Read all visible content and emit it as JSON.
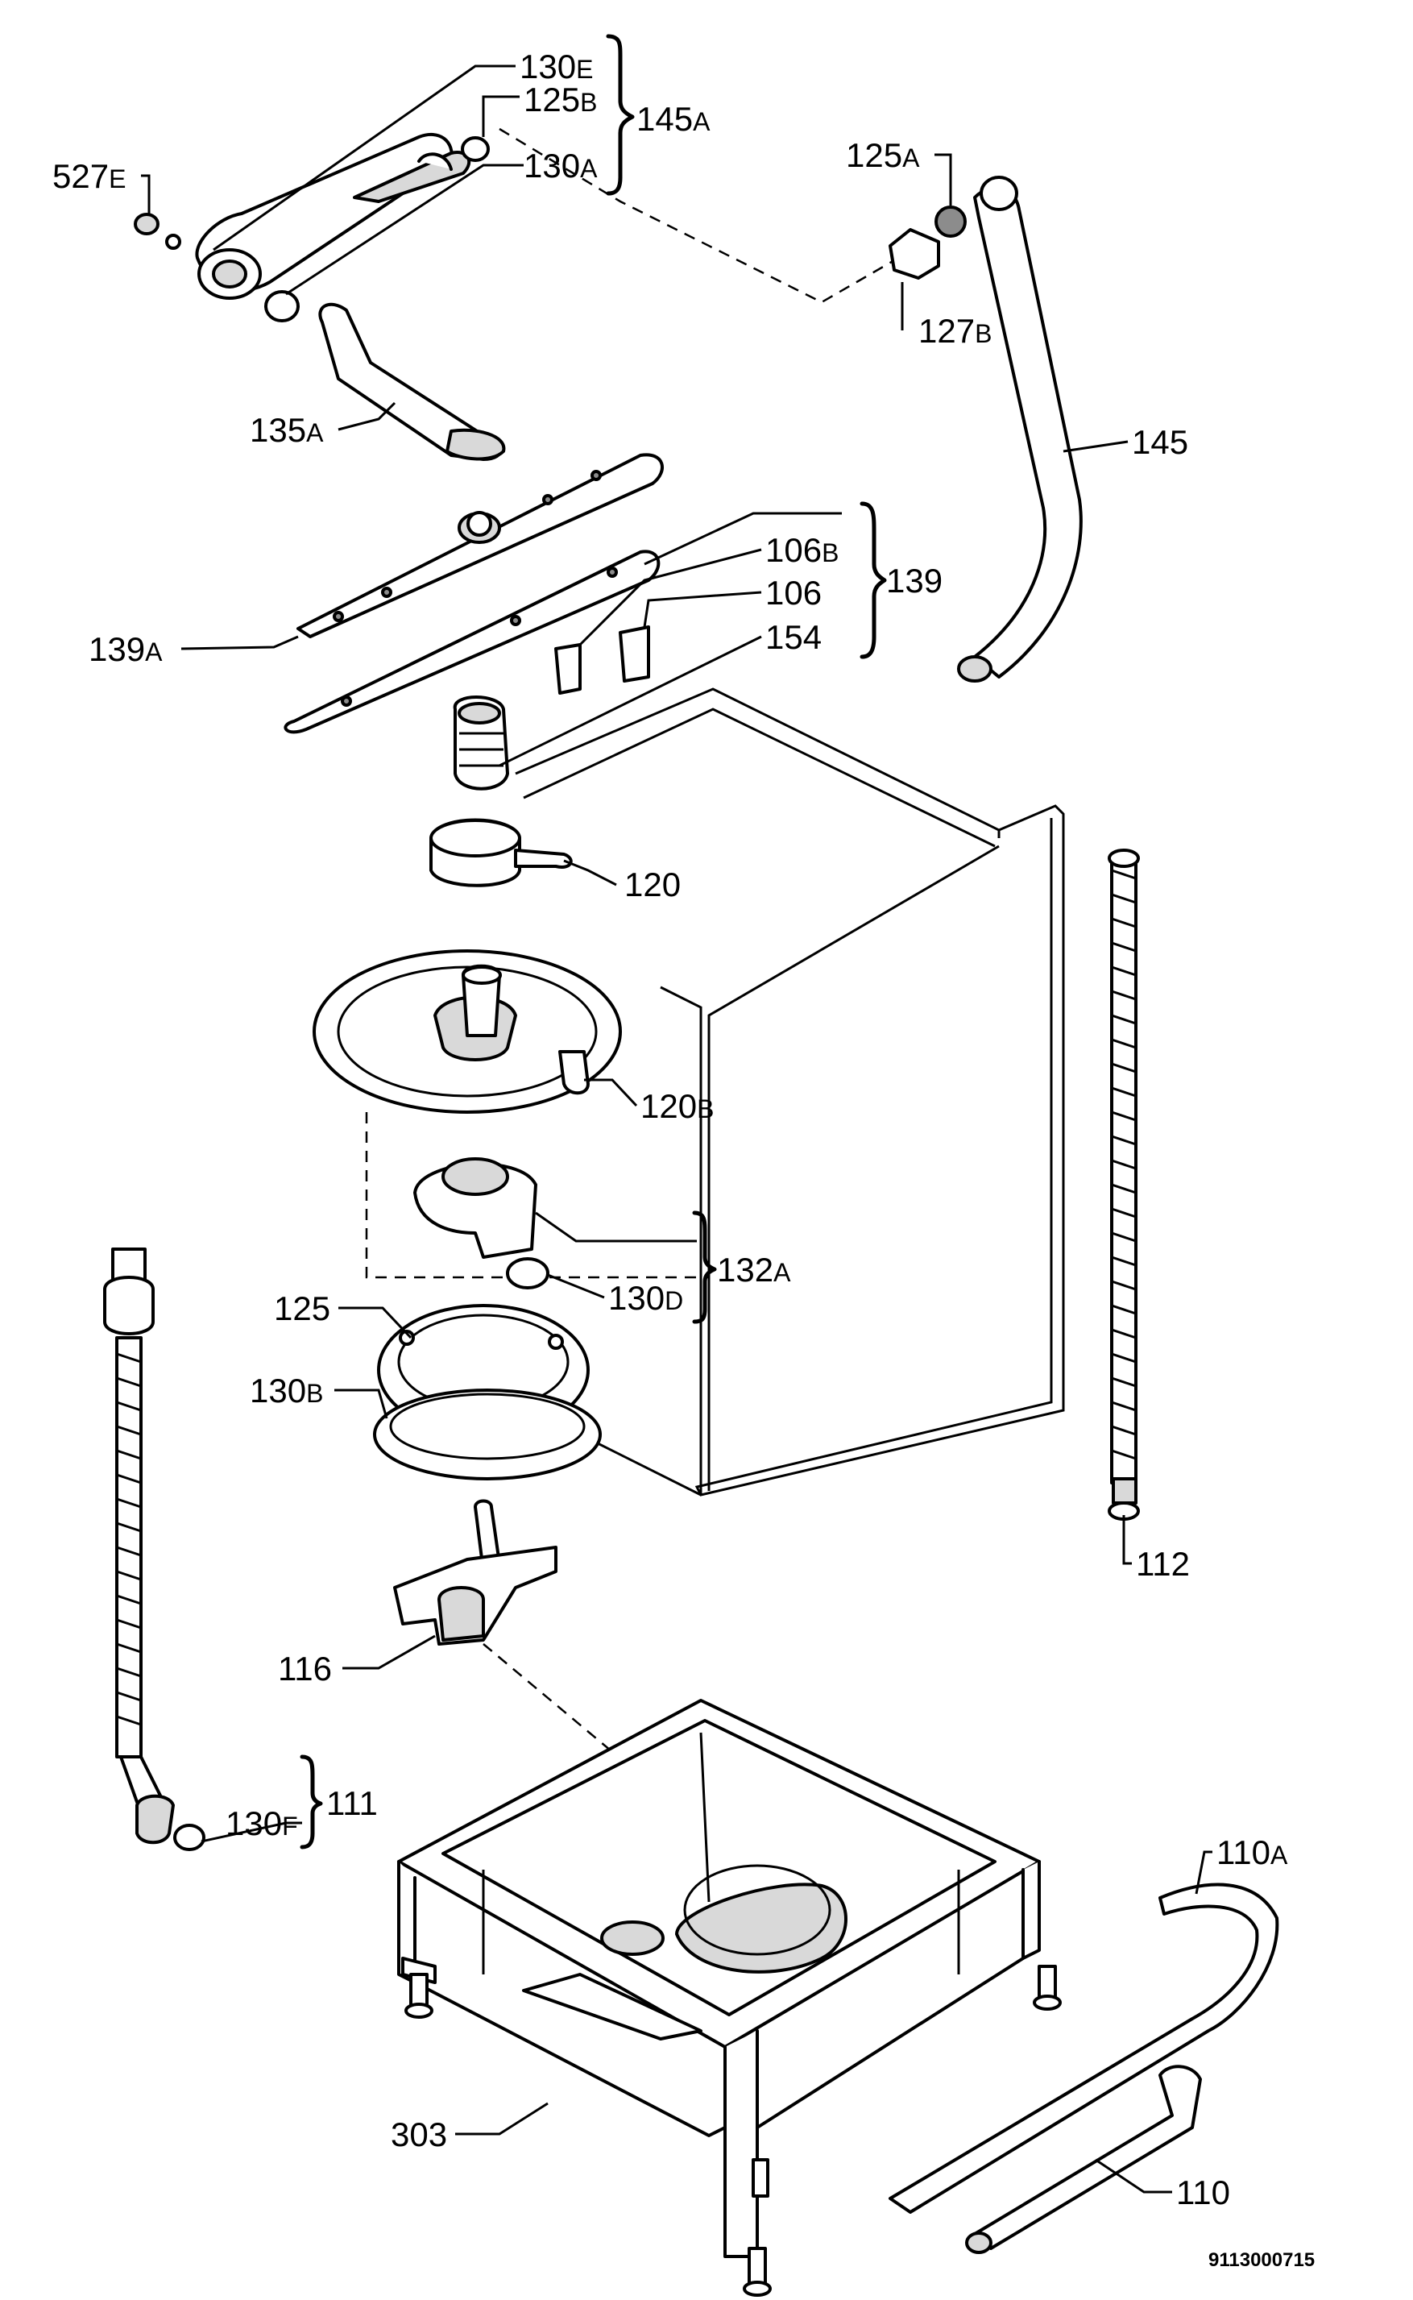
{
  "labels": {
    "l130E": {
      "num": "130",
      "suf": "E"
    },
    "l125B": {
      "num": "125",
      "suf": "B"
    },
    "l145A": {
      "num": "145",
      "suf": "A"
    },
    "l130A": {
      "num": "130",
      "suf": "A"
    },
    "l527E": {
      "num": "527",
      "suf": "E"
    },
    "l125A": {
      "num": "125",
      "suf": "A"
    },
    "l127B": {
      "num": "127",
      "suf": "B"
    },
    "l145": {
      "num": "145",
      "suf": ""
    },
    "l135A": {
      "num": "135",
      "suf": "A"
    },
    "l106B": {
      "num": "106",
      "suf": "B"
    },
    "l139": {
      "num": "139",
      "suf": ""
    },
    "l106": {
      "num": "106",
      "suf": ""
    },
    "l154": {
      "num": "154",
      "suf": ""
    },
    "l139A": {
      "num": "139",
      "suf": "A"
    },
    "l120": {
      "num": "120",
      "suf": ""
    },
    "l120B": {
      "num": "120",
      "suf": "B"
    },
    "l132A": {
      "num": "132",
      "suf": "A"
    },
    "l130D": {
      "num": "130",
      "suf": "D"
    },
    "l125": {
      "num": "125",
      "suf": ""
    },
    "l130B": {
      "num": "130",
      "suf": "B"
    },
    "l112": {
      "num": "112",
      "suf": ""
    },
    "l116": {
      "num": "116",
      "suf": ""
    },
    "l111": {
      "num": "111",
      "suf": ""
    },
    "l130F": {
      "num": "130",
      "suf": "F"
    },
    "l110A": {
      "num": "110",
      "suf": "A"
    },
    "l303": {
      "num": "303",
      "suf": ""
    },
    "l110": {
      "num": "110",
      "suf": ""
    }
  },
  "reference_number": "9113000715"
}
